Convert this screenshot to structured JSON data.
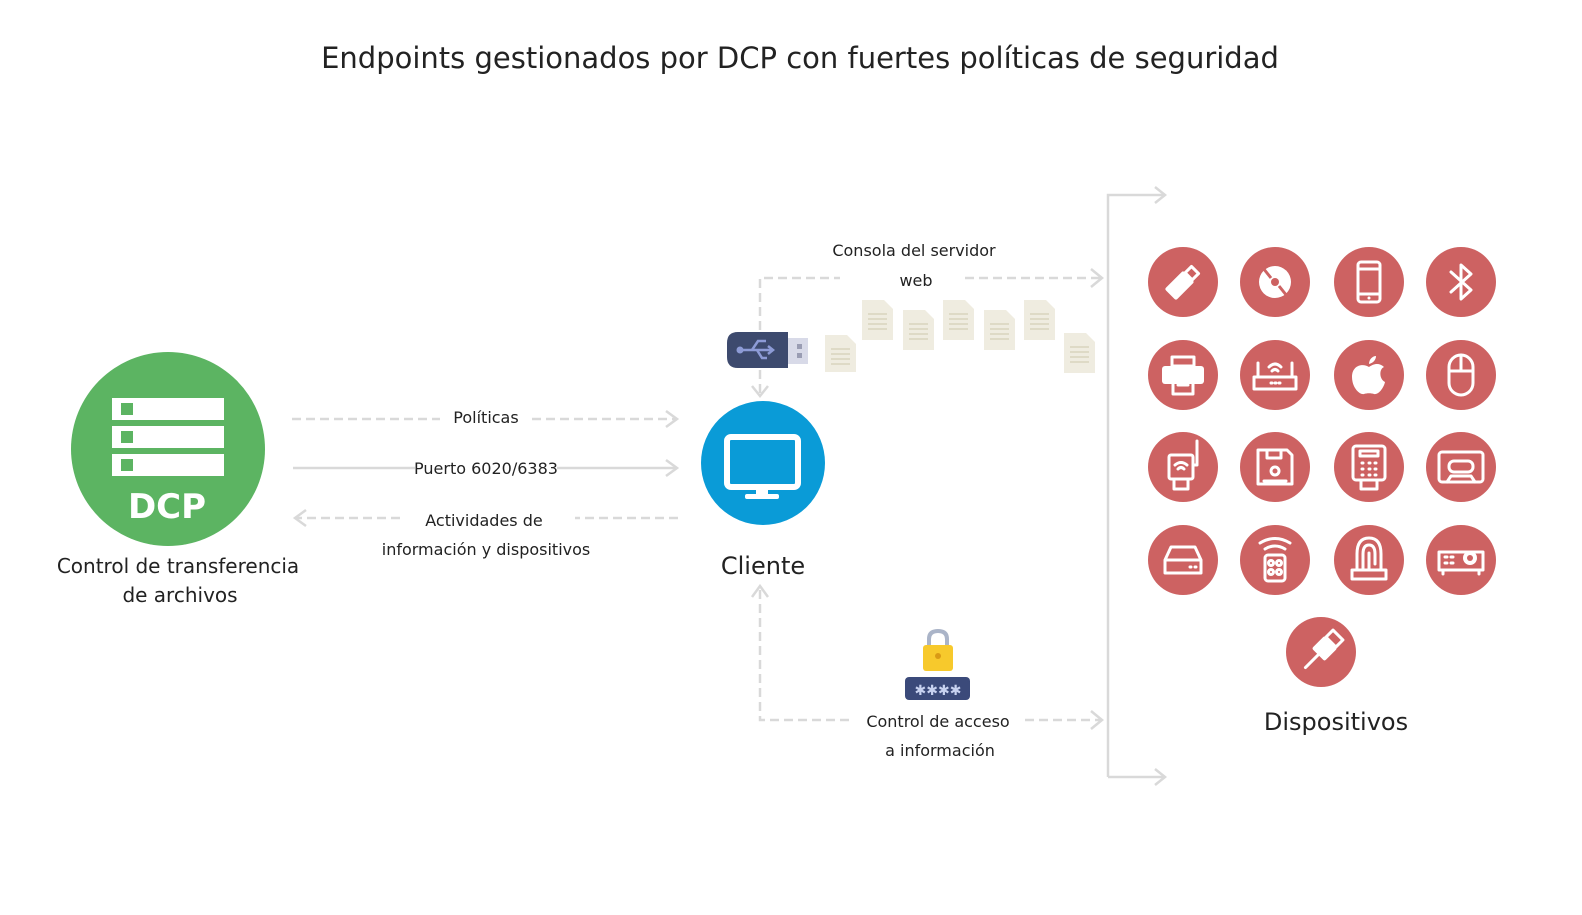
{
  "title": "Endpoints gestionados por DCP con fuertes políticas de seguridad",
  "dcp": {
    "logo_text": "DCP",
    "label_line1": "Control de transferencia",
    "label_line2": "de archivos",
    "color": "#5cb462"
  },
  "links": {
    "policies": "Políticas",
    "port": "Puerto 6020/6383",
    "activities_line1": "Actividades de",
    "activities_line2": "información y dispositivos"
  },
  "client": {
    "label": "Cliente",
    "color": "#0a9bd7"
  },
  "web_console": {
    "line1": "Consola del servidor",
    "line2": "web"
  },
  "access_control": {
    "line1": "Control de acceso",
    "line2": "a información"
  },
  "devices": {
    "label": "Dispositivos",
    "color": "#cd6262",
    "items": [
      "usb-drive-icon",
      "cd-icon",
      "smartphone-icon",
      "bluetooth-icon",
      "printer-icon",
      "wifi-router-icon",
      "apple-icon",
      "mouse-icon",
      "wireless-adapter-icon",
      "floppy-disk-icon",
      "card-reader-icon",
      "cassette-icon",
      "hard-drive-icon",
      "remote-control-icon",
      "fingerprint-reader-icon",
      "projector-icon",
      "usb-cable-icon"
    ]
  }
}
